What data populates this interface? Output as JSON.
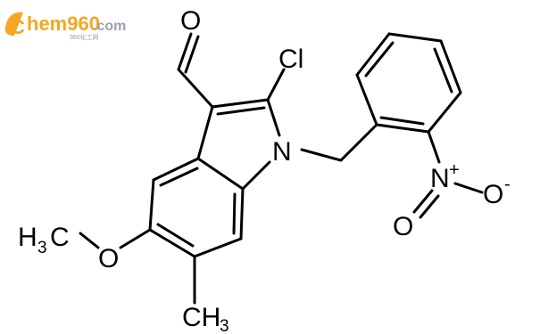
{
  "logo": {
    "text_c": "C",
    "text_rest": "hem960",
    "text_tld": ".com",
    "subtext": "960化工网",
    "brand_color": "#f5a623",
    "secondary_color": "#9aa3ad"
  },
  "molecule": {
    "atoms": {
      "aldehyde_oxygen": "O",
      "chlorine": "Cl",
      "indole_nitrogen": "N",
      "nitro_nitrogen": "N",
      "nitro_nitrogen_charge": "+",
      "nitro_oxygen_right": "O",
      "nitro_oxygen_right_charge": "-",
      "nitro_oxygen_bottom": "O",
      "methoxy_oxygen": "O",
      "methoxy_methyl": "H",
      "methoxy_methyl_sub": "3",
      "methoxy_methyl_c": "C",
      "ring_methyl": "CH",
      "ring_methyl_sub": "3"
    }
  }
}
